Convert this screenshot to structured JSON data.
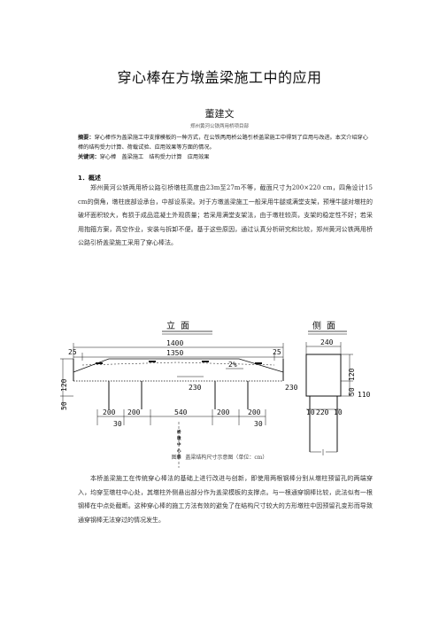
{
  "article": {
    "title": "穿心棒在方墩盖梁施工中的应用",
    "author": "董建文",
    "affiliation": "郑州黄河公铁两用桥项目部",
    "abstract_label": "摘要：",
    "abstract_text": "穿心棒作为盖梁施工中支撑模板的一种方式，在公铁两用桥公路引桥盖梁施工中得到了应用与改进。本文介绍穿心棒的结构受力计算、荷载试验、应用效果等方面的情况。",
    "keywords_label": "关键词：",
    "keywords_text": "穿心棒　盖梁施工　结构受力计算　应用效果",
    "section1": "1．概述",
    "para1": "郑州黄河公铁两用桥公路引桥墩柱高度由23m至27m不等，截面尺寸为200×220 cm，四角设计15 cm的倒角，墩柱底部设承台，中部设系梁。对于方墩盖梁施工一般采用牛腿或满堂支架，预埋牛腿对墩柱的破坏面积较大，有损于成品混凝土外观质量；若采用满堂支架法，由于墩柱较高，支架的稳定性不好；若采用抱箍方案，高空作业，安装与拆卸不便。基于这些原因，通过认真分析研究和比较，郑州黄河公铁两用桥公路引桥盖梁施工采用了穿心棒法。",
    "para2": "本桥盖梁施工在传统穿心棒法的基础上进行改进与创新，即使用两根钢棒分别从墩柱预留孔的两端穿入，均穿至墩柱中心处，其墩柱外侧悬出部分作为盖梁模板的支撑点。与一根通穿钢棒比较，此法似有一根钢棒在中点处截断。这种穿心棒的施工方法有效的避免了在结构尺寸较大的方形墩柱中因预留孔变形而导致通穿钢棒无法穿过的情况发生。"
  },
  "figure": {
    "front_title": "立 面",
    "side_title": "侧 面",
    "front_dims": {
      "overall": "1400",
      "inner": "1350",
      "left_end": "25",
      "right_end": "25",
      "slope": "2%",
      "height_left": "120",
      "height_left_b": "50",
      "column_height": "230",
      "bottom": [
        "200",
        "200",
        "540",
        "200",
        "200"
      ],
      "bottom_small_left": "30",
      "bottom_small_right": "30",
      "centerline_label": "桥墩中心线"
    },
    "side_dims": {
      "top": "240",
      "height": "230",
      "right_a": "120",
      "right_b": "50",
      "right_c": "110",
      "bottom": [
        "10",
        "220",
        "10"
      ]
    },
    "caption": "图1　盖梁结构尺寸示意图（单位：cm）"
  }
}
